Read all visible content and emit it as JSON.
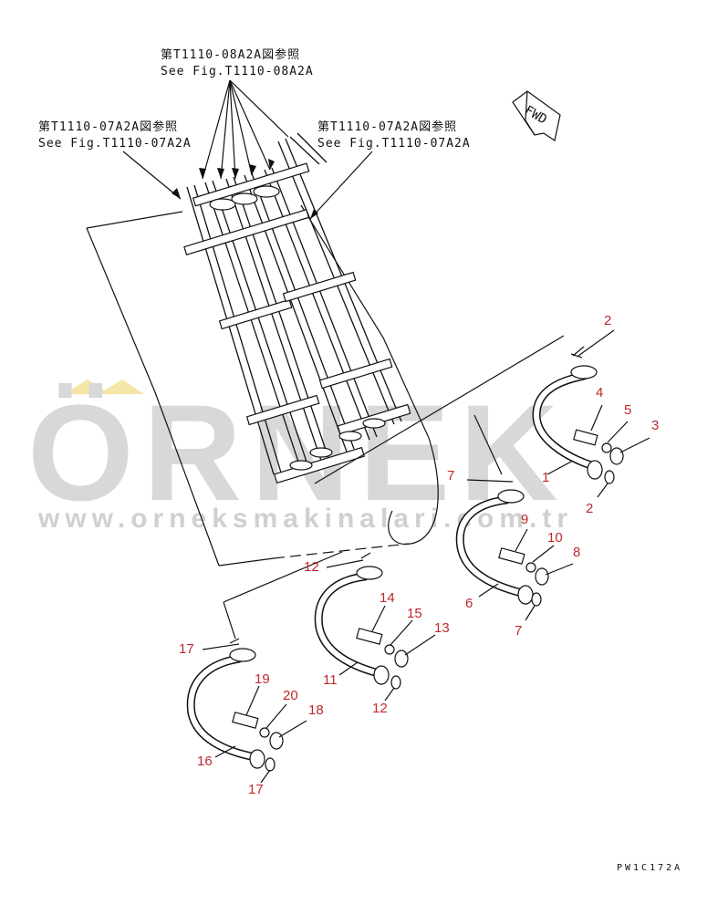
{
  "references": {
    "top_jp": "第T1110-08A2A図参照",
    "top_en": "See Fig.T1110-08A2A",
    "left_jp": "第T1110-07A2A図参照",
    "left_en": "See Fig.T1110-07A2A",
    "right_jp": "第T1110-07A2A図参照",
    "right_en": "See Fig.T1110-07A2A"
  },
  "fwd_label": "FWD",
  "drawing_code": "PW1C172A",
  "watermark": {
    "brand": "ÖRNEK",
    "url": "www.orneksmakinalari.com.tr"
  },
  "part_numbers": [
    "1",
    "2",
    "2",
    "3",
    "4",
    "5",
    "6",
    "7",
    "7",
    "8",
    "9",
    "10",
    "11",
    "12",
    "12",
    "13",
    "14",
    "15",
    "16",
    "17",
    "17",
    "18",
    "19",
    "20"
  ],
  "colors": {
    "part_number": "#c0282c",
    "watermark": "#d8d8d8",
    "watermark_accent": "#f5e6a8"
  }
}
